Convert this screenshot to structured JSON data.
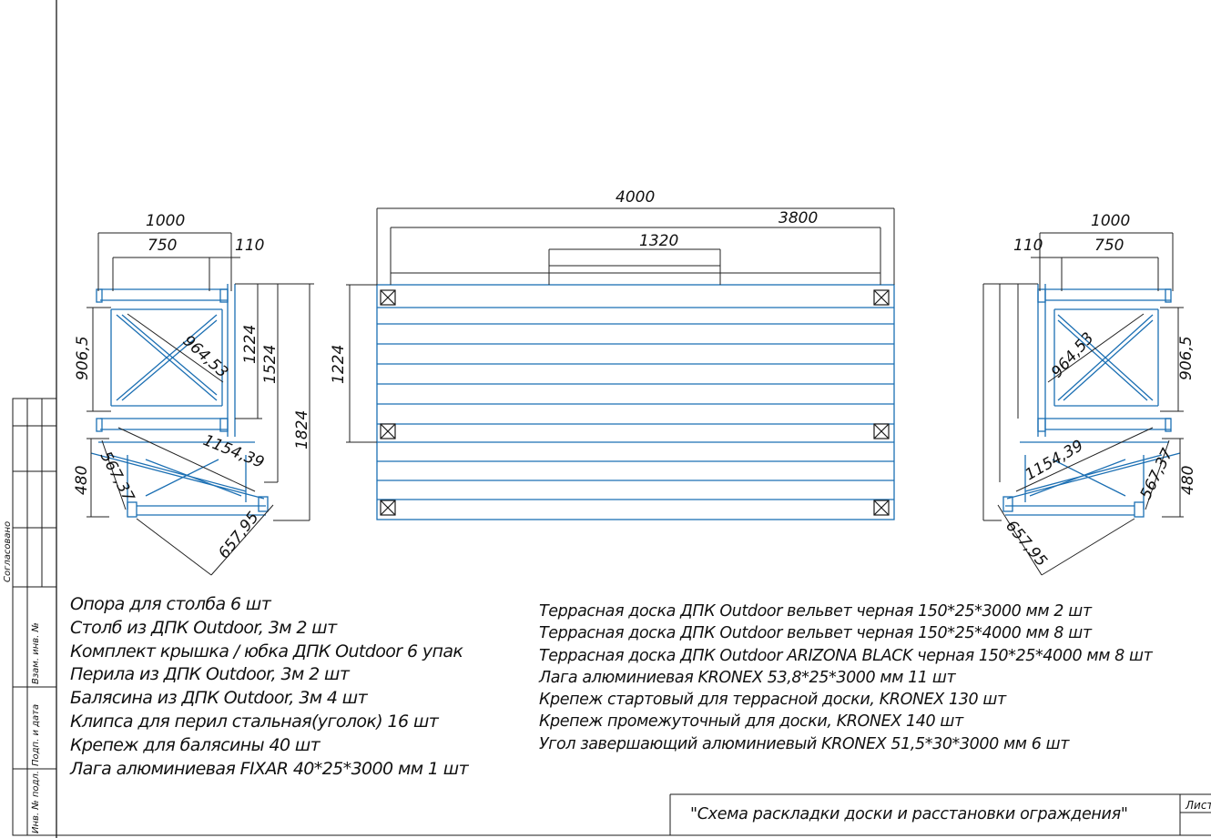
{
  "drawing": {
    "colors": {
      "line": "#1a1a1a",
      "blue": "#1b6fb3",
      "dim": "#222222"
    },
    "side_stamp": {
      "fields": [
        "Согласовано",
        "Взам. инв. №",
        "Подп. и дата",
        "Инв. № подл."
      ]
    },
    "left_view": {
      "dims": {
        "width_total": "1000",
        "width_inner": "750",
        "post": "110",
        "height_rail": "906,5",
        "diag_upper": "964,53",
        "h1": "1224",
        "h2": "1524",
        "h3": "1824",
        "stair_height": "480",
        "stair_short": "567,37",
        "stair_diag": "1154,39",
        "stair_bottom": "657,95"
      }
    },
    "center_view": {
      "dims": {
        "overall_width": "4000",
        "inner_width": "3800",
        "step_width": "1320",
        "depth": "1224"
      }
    },
    "right_view": {
      "dims": {
        "width_total": "1000",
        "width_inner": "750",
        "post": "110",
        "height_rail": "906,5",
        "diag_upper": "964,53",
        "stair_height": "480",
        "stair_short": "567,37",
        "stair_diag": "1154,39",
        "stair_bottom": "657,95"
      }
    }
  },
  "materials_left": [
    "Опора для столба 6 шт",
    "Столб из ДПК Outdoor, 3м 2 шт",
    "Комплект крышка / юбка ДПК Outdoor 6 упак",
    "Перила из ДПК Outdoor, 3м 2 шт",
    "Балясина из ДПК Outdoor, 3м 4 шт",
    "Клипса для перил стальная(уголок) 16 шт",
    "Крепеж для балясины 40 шт",
    "Лага алюминиевая FIXAR 40*25*3000 мм 1 шт"
  ],
  "materials_right": [
    "Террасная доска ДПК Outdoor вельвет черная 150*25*3000 мм 2 шт",
    "Террасная доска ДПК Outdoor вельвет черная 150*25*4000 мм 8 шт",
    "Террасная доска ДПК Outdoor ARIZONA BLACK черная 150*25*4000 мм 8 шт",
    "Лага алюминиевая KRONEX 53,8*25*3000 мм  11 шт",
    "Крепеж стартовый для террасной доски, KRONEX 130 шт",
    "Крепеж промежуточный для доски, KRONEX 140 шт",
    "Угол завершающий алюминиевый KRONEX 51,5*30*3000 мм 6 шт"
  ],
  "title_block": {
    "title": "\"Схема раскладки доски и расстановки ограждения\"",
    "sheet_label": "Лист"
  }
}
